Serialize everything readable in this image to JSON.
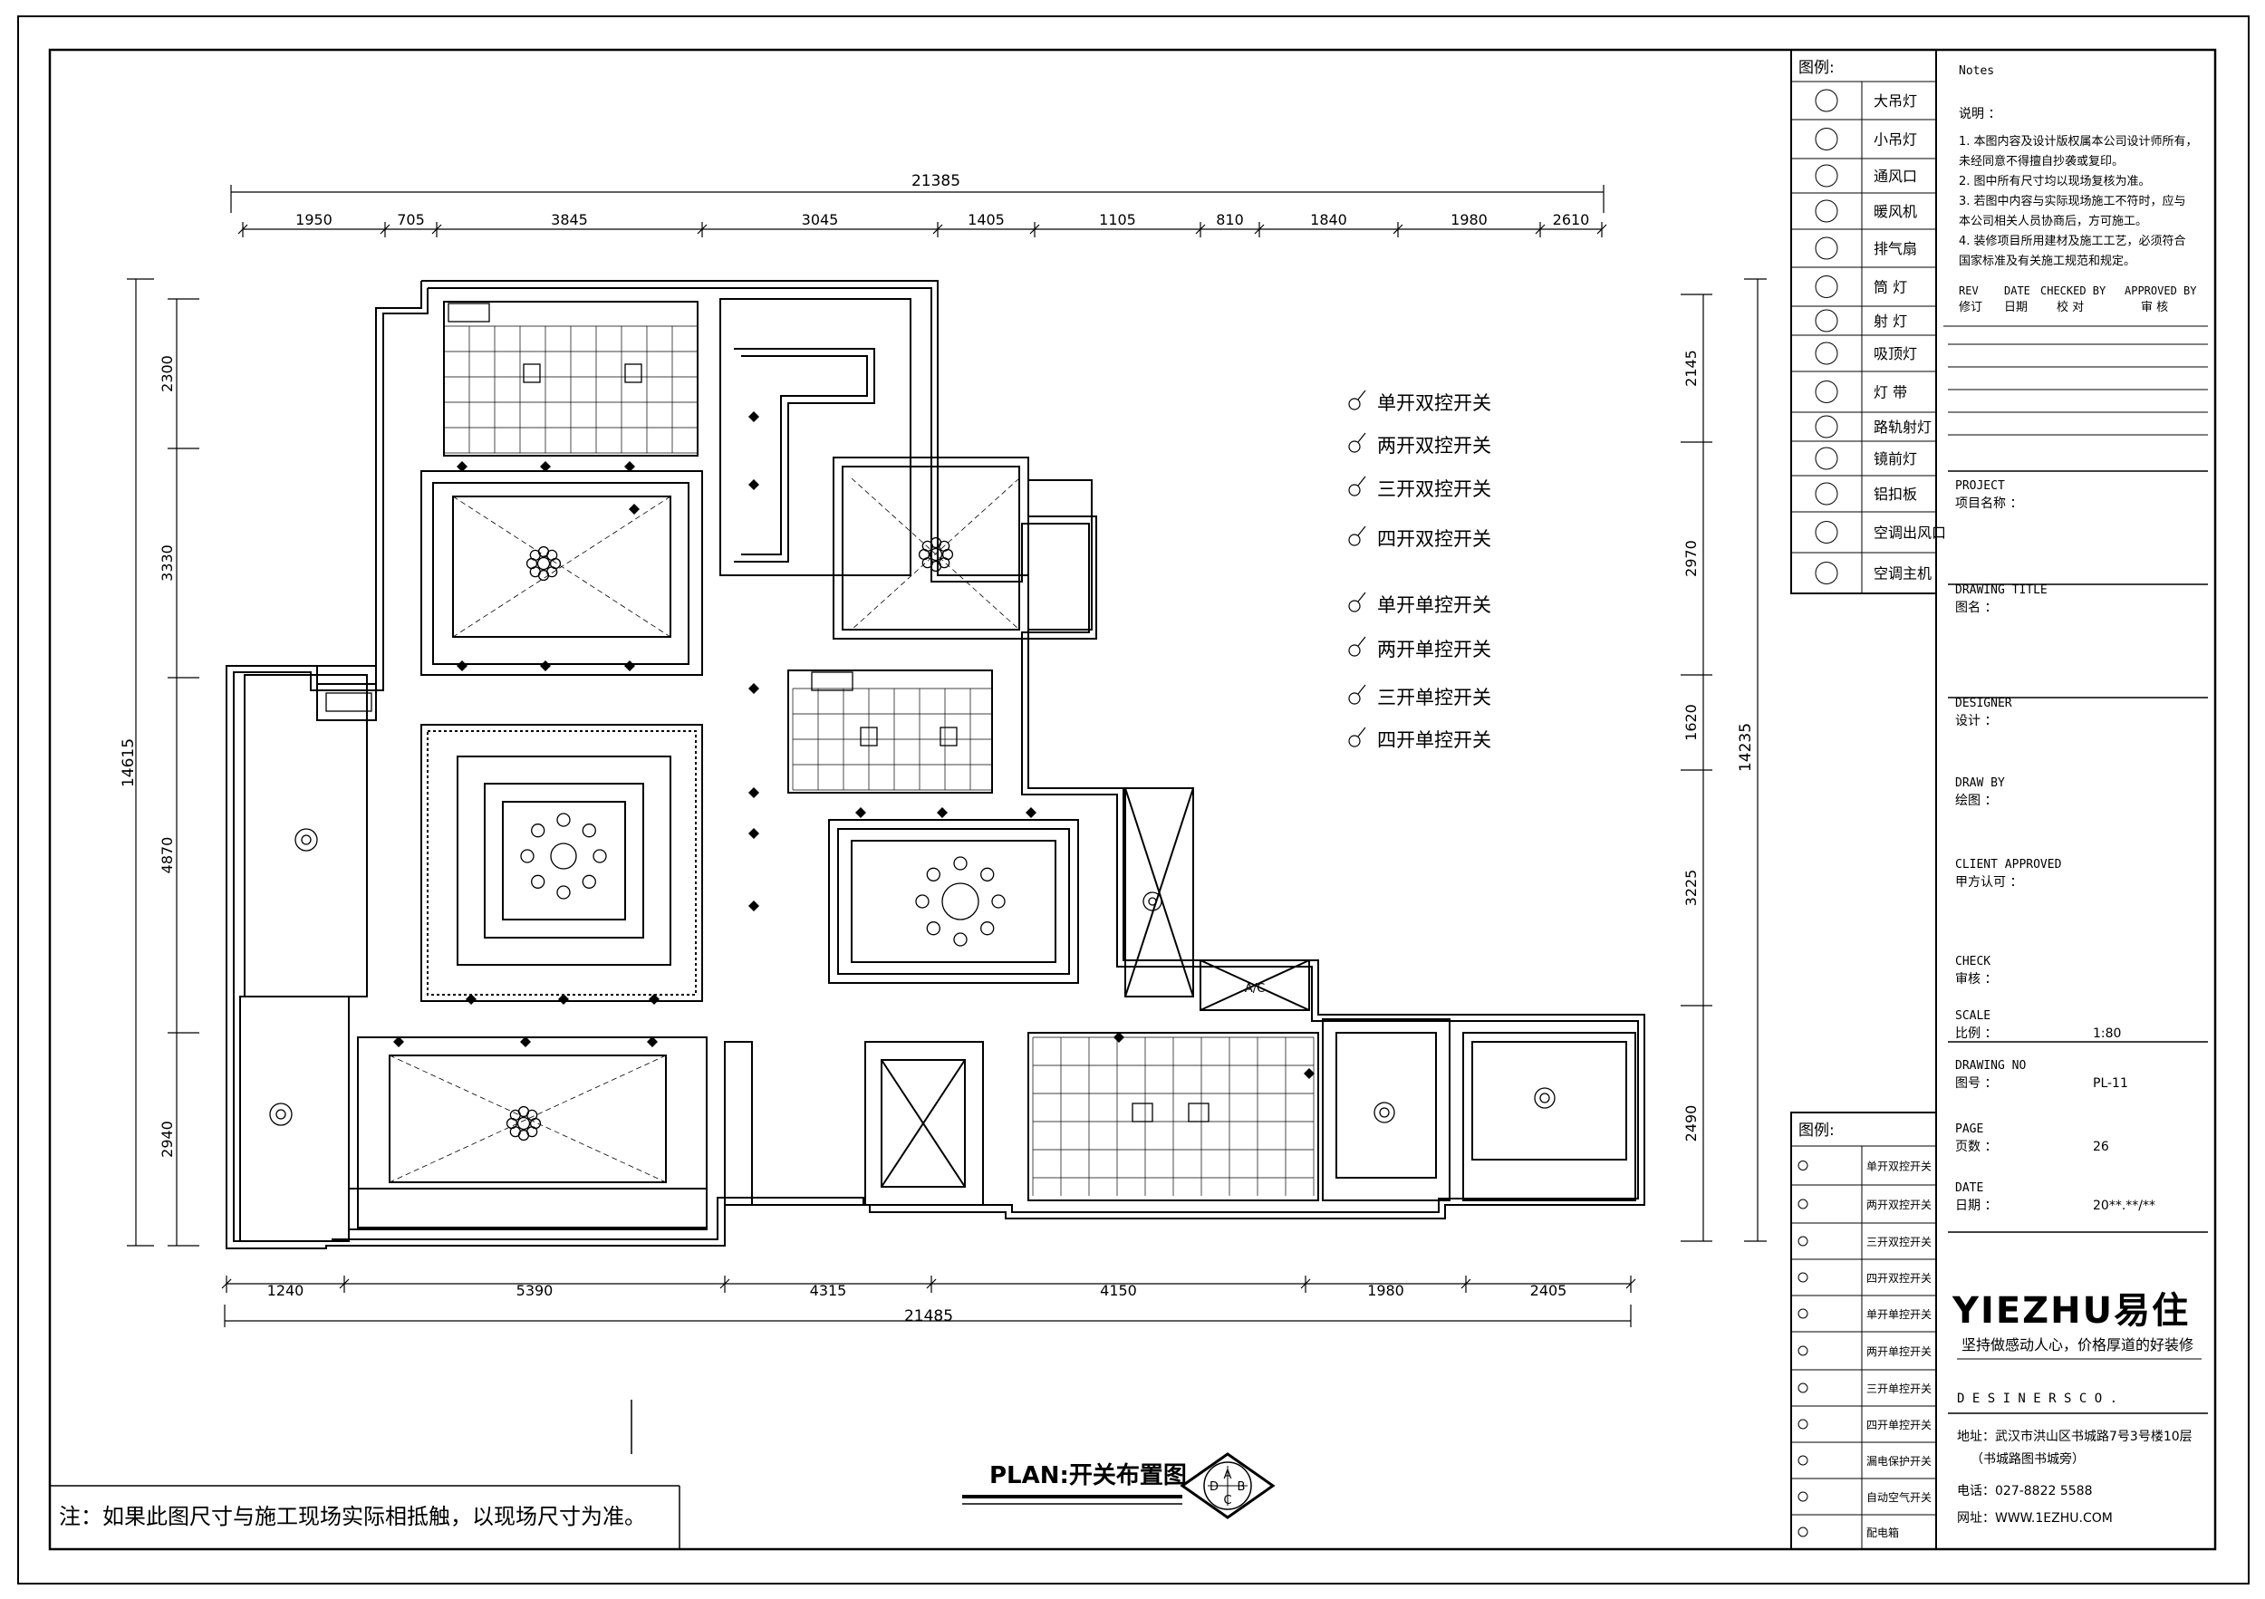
{
  "drawing": {
    "top_total": "21385",
    "bottom_total": "21485",
    "top_dims": [
      "1950",
      "705",
      "3845",
      "3045",
      "1405",
      "1105",
      "810",
      "1840",
      "1980",
      "2610"
    ],
    "bottom_dims": [
      "1240",
      "5390",
      "4315",
      "4150",
      "1980",
      "2405"
    ],
    "left_total": "14615",
    "left_dims": [
      "2300",
      "3330",
      "4870",
      "2940"
    ],
    "right_total": "14235",
    "right_dims": [
      "2145",
      "2970",
      "1620",
      "3225",
      "2490"
    ],
    "ac_label": "A/C",
    "plan_title": "PLAN:开关布置图",
    "section_marks": [
      "A",
      "B",
      "C",
      "D"
    ],
    "note": "注：如果此图尺寸与施工现场实际相抵触，以现场尺寸为准。"
  },
  "switch_legend": [
    "单开双控开关",
    "两开双控开关",
    "三开双控开关",
    "四开双控开关",
    "单开单控开关",
    "两开单控开关",
    "三开单控开关",
    "四开单控开关"
  ],
  "legend_top": {
    "title": "图例:",
    "items": [
      "大吊灯",
      "小吊灯",
      "通风口",
      "暖风机",
      "排气扇",
      "筒 灯",
      "射 灯",
      "吸顶灯",
      "灯 带",
      "路轨射灯",
      "镜前灯",
      "铝扣板",
      "空调出风口",
      "空调主机"
    ]
  },
  "legend_bottom": {
    "title": "图例:",
    "items": [
      "单开双控开关",
      "两开双控开关",
      "三开双控开关",
      "四开双控开关",
      "单开单控开关",
      "两开单控开关",
      "三开单控开关",
      "四开单控开关",
      "漏电保护开关",
      "自动空气开关",
      "配电箱"
    ]
  },
  "title_block": {
    "notes_title": "Notes",
    "shuoming": "说明 ：",
    "notes": [
      "1.  本图内容及设计版权属本公司设计师所有，",
      "     未经同意不得擅自抄袭或复印。",
      "2.  图中所有尺寸均以现场复核为准。",
      "3.  若图中内容与实际现场施工不符时，应与",
      "     本公司相关人员协商后，方可施工。",
      "4.  装修项目所用建材及施工工艺，必须符合",
      "     国家标准及有关施工规范和规定。"
    ],
    "rev_headers_en": [
      "REV",
      "DATE",
      "CHECKED BY",
      "APPROVED BY"
    ],
    "rev_headers_cn": [
      "修订",
      "日期",
      "校 对",
      "审 核"
    ],
    "project_en": "PROJECT",
    "project_cn": "项目名称  ：",
    "drawing_title_en": "DRAWING TITLE",
    "drawing_title_cn": "图名      ：",
    "designer_en": "DESIGNER",
    "designer_cn": "设计      ：",
    "draw_by_en": "DRAW BY",
    "draw_by_cn": "绘图      ：",
    "client_en": "CLIENT APPROVED",
    "client_cn": "甲方认可  ：",
    "check_en": "CHECK",
    "check_cn": "审核      ：",
    "scale_en": "SCALE",
    "scale_cn": "比例      ：",
    "scale_val": "1:80",
    "drawing_no_en": "DRAWING NO",
    "drawing_no_cn": "图号      ：",
    "drawing_no_val": "PL-11",
    "page_en": "PAGE",
    "page_cn": "页数      ：",
    "page_val": "26",
    "date_en": "DATE",
    "date_cn": "日期      ：",
    "date_val": "20**.**/**",
    "brand": "YIEZHU易住",
    "slogan": "坚持做感动人心，价格厚道的好装修",
    "company": "D E S I N E R S   C O .",
    "address": "地址：武汉市洪山区书城路7号3号楼10层",
    "address2": "（书城路图书城旁）",
    "phone": "电话：027-8822 5588",
    "web": "网址：WWW.1EZHU.COM"
  }
}
